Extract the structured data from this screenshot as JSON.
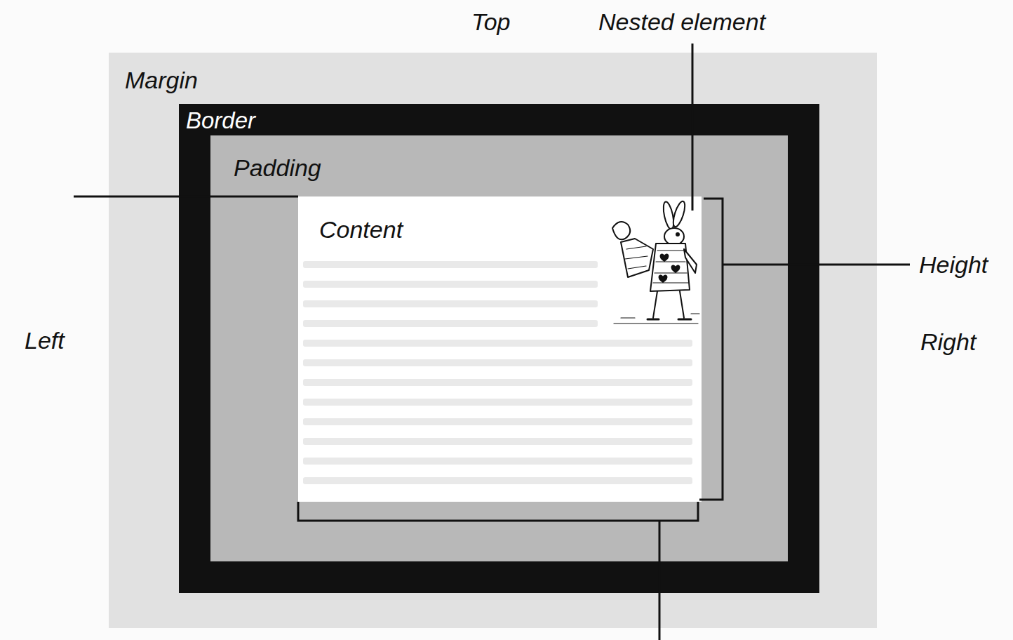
{
  "diagram": {
    "nodes": [
      {
        "text": [
          "Margin"
        ]
      },
      {
        "text": [
          "Border"
        ],
        "in": 0
      },
      {
        "text": [
          "Padding"
        ],
        "in": 1
      },
      {
        "text": [
          "Content"
        ],
        "in": 2
      }
    ],
    "labels": [
      "Top",
      "Nested element",
      "Height",
      "Left",
      "Right"
    ]
  }
}
